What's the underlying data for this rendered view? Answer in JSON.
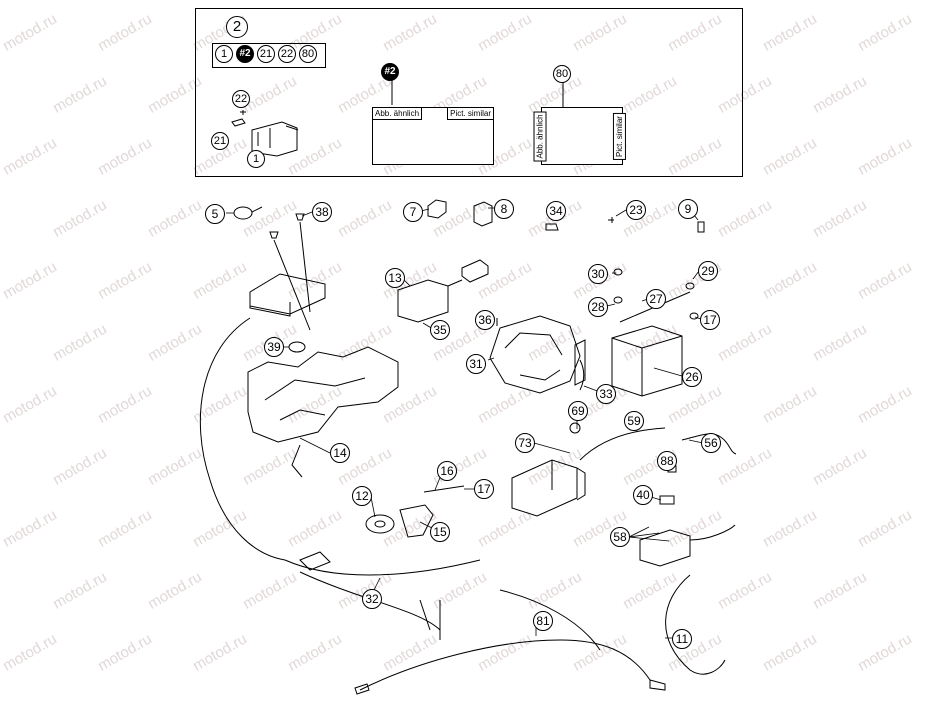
{
  "watermark": "motod.ru",
  "kit": {
    "label": "2",
    "contents": [
      "1",
      "#2",
      "21",
      "22",
      "80"
    ],
    "picture_label_de": "Abb. ähnlich",
    "picture_label_en": "Pict. similar",
    "callouts": [
      "22",
      "21",
      "1",
      "#2",
      "80"
    ]
  },
  "callouts": [
    "5",
    "38",
    "7",
    "8",
    "34",
    "23",
    "9",
    "13",
    "30",
    "29",
    "28",
    "27",
    "17",
    "35",
    "36",
    "31",
    "39",
    "26",
    "33",
    "69",
    "59",
    "73",
    "56",
    "14",
    "16",
    "17",
    "12",
    "88",
    "40",
    "15",
    "58",
    "32",
    "81",
    "11"
  ]
}
